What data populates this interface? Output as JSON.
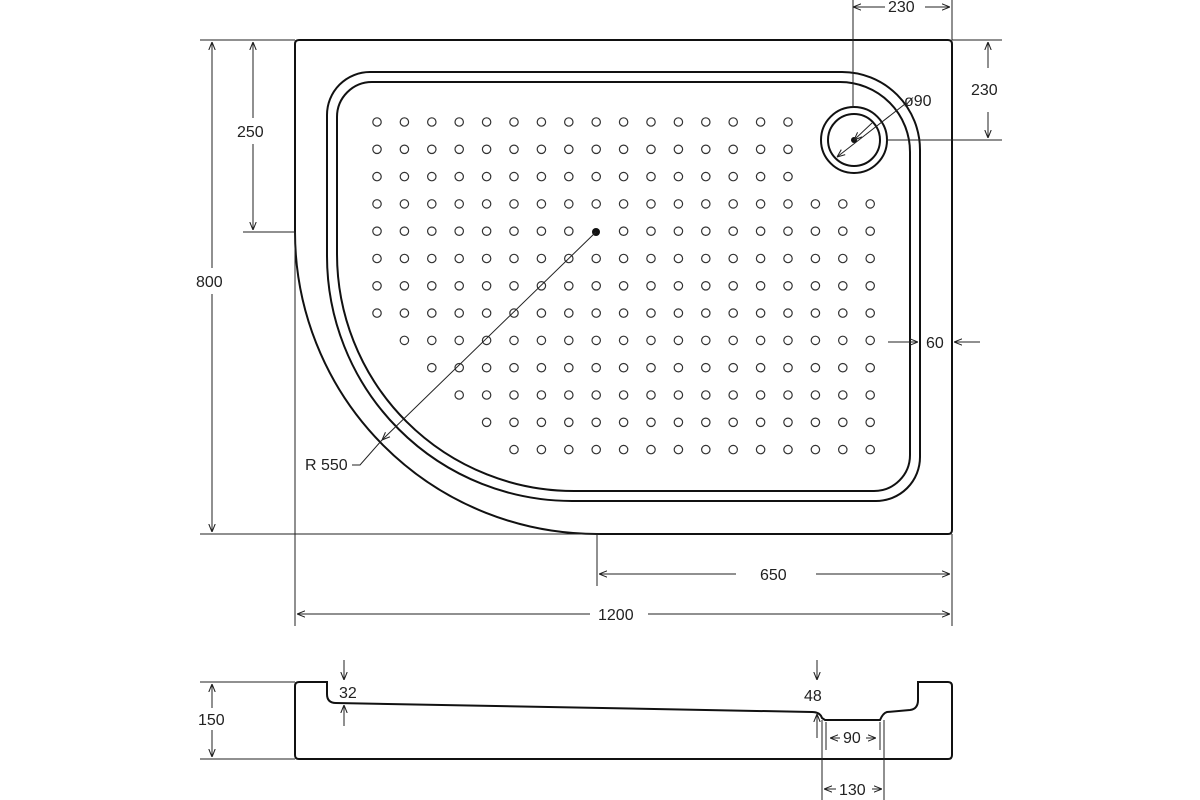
{
  "plan_view": {
    "dimensions": {
      "total_width": "1200",
      "total_depth": "800",
      "straight_side": "250",
      "straight_front": "650",
      "radius": "R 550",
      "drain_diameter": "ø90",
      "drain_offset_x": "230",
      "drain_offset_y": "230",
      "rim_width": "60"
    },
    "drain_holes": {
      "count_row_note": "perforated anti-slip pattern"
    }
  },
  "section_view": {
    "dimensions": {
      "height": "150",
      "depth_left": "32",
      "depth_right": "48",
      "drain_width": "90",
      "drain_outer": "130"
    }
  }
}
